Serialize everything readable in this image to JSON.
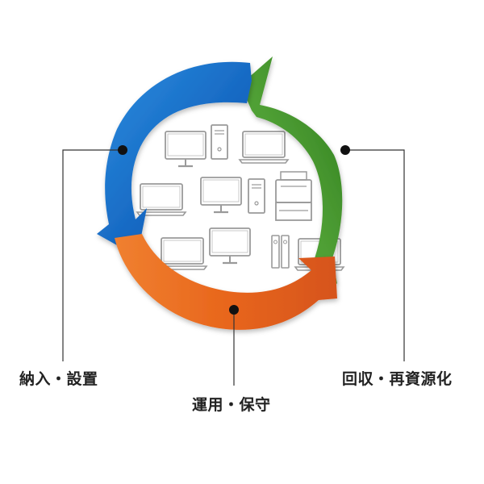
{
  "labels": {
    "install": "納入・設置",
    "operate": "運用・保守",
    "recover": "回収・再資源化"
  },
  "colors": {
    "blue": "#1e6fc4",
    "green": "#4a9a2e",
    "orange": "#e8661c",
    "leader_line": "#333333",
    "device_line": "#9a9a9a"
  },
  "icons": [
    "monitor-icon",
    "tower-pc-icon",
    "laptop-icon",
    "printer-icon",
    "binder-icon"
  ]
}
